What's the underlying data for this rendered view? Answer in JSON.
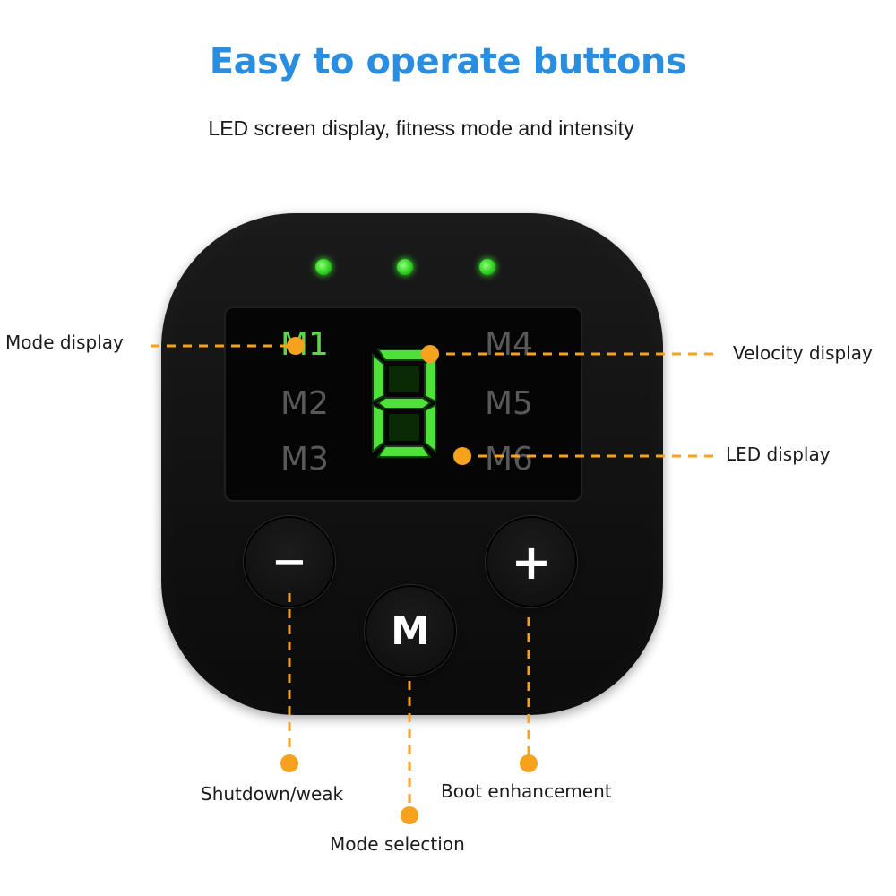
{
  "header": {
    "title": "Easy to operate buttons",
    "subtitle": "LED screen display, fitness mode and intensity"
  },
  "device": {
    "indicator_leds": 3,
    "modes_left": [
      "M1",
      "M2",
      "M3"
    ],
    "modes_right": [
      "M4",
      "M5",
      "M6"
    ],
    "active_mode": "M1",
    "digit": "8",
    "buttons": {
      "minus": "−",
      "mode": "M",
      "plus": "+"
    }
  },
  "callouts": {
    "mode_display": "Mode display",
    "velocity_display": "Velocity display",
    "led_display": "LED display",
    "shutdown_weak": "Shutdown/weak",
    "boot_enhancement": "Boot enhancement",
    "mode_selection": "Mode selection"
  },
  "colors": {
    "title": "#2a8ee0",
    "accent": "#f7a21e",
    "led_green": "#5fd64a",
    "device_body": "#141414"
  }
}
